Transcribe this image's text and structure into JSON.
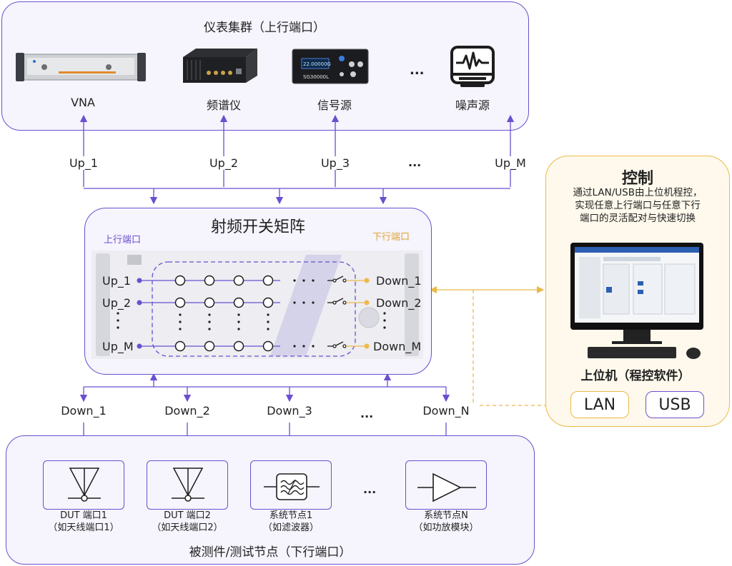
{
  "instrument_group": {
    "title": "仪表集群（上行端口）",
    "instruments": [
      {
        "name": "VNA",
        "icon": "vna-instrument-icon"
      },
      {
        "name": "频谱仪",
        "icon": "spectrum-analyzer-icon"
      },
      {
        "name": "信号源",
        "icon": "signal-generator-icon"
      },
      {
        "name": "噪声源",
        "icon": "noise-source-icon"
      }
    ],
    "ellipsis": "..."
  },
  "up_ports": [
    "Up_1",
    "Up_2",
    "Up_3",
    "Up_M"
  ],
  "up_ellipsis": "...",
  "matrix": {
    "title": "射频开关矩阵",
    "upstream_label": "上行端口",
    "downstream_label": "下行端口",
    "left_ports": [
      "Up_1",
      "Up_2",
      "Up_M"
    ],
    "right_ports": [
      "Down_1",
      "Down_2",
      "Down_M"
    ],
    "panel_brand_text": "SG30000L",
    "upstream_color": "#6b4fd0",
    "downstream_color": "#f0b84a"
  },
  "down_ports": [
    "Down_1",
    "Down_2",
    "Down_3",
    "Down_N"
  ],
  "down_ellipsis": "...",
  "dut_group": {
    "title": "被测件/测试节点（下行端口）",
    "items": [
      {
        "line1": "DUT 端口1",
        "line2": "（如天线端口1）",
        "icon": "antenna-icon"
      },
      {
        "line1": "DUT 端口2",
        "line2": "（如天线端口2）",
        "icon": "antenna-icon"
      },
      {
        "line1": "系统节点1",
        "line2": "（如滤波器）",
        "icon": "filter-icon"
      },
      {
        "line1": "系统节点N",
        "line2": "（如功放模块）",
        "icon": "amplifier-icon"
      }
    ],
    "ellipsis": "..."
  },
  "control": {
    "title": "控制",
    "desc": [
      "通过LAN/USB由上位机程控，",
      "实现任意上行端口与任意下行",
      "端口的灵活配对与快速切换"
    ],
    "pc_label": "上位机（程控软件）",
    "lan": "LAN",
    "usb": "USB",
    "accent_color": "#eab94a"
  },
  "signal_generator_display": "22.00000G"
}
